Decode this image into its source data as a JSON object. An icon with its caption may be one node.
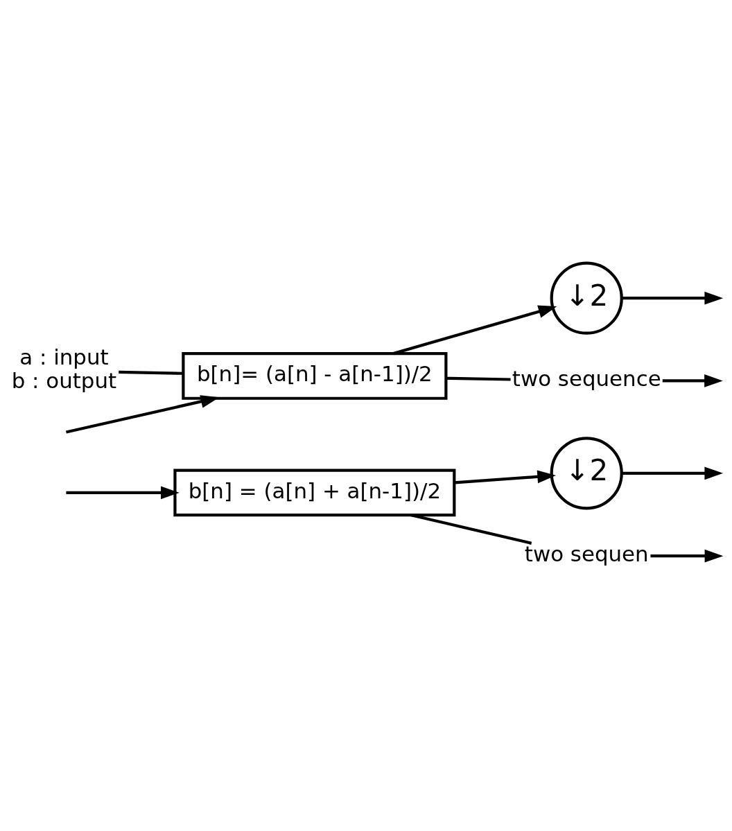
{
  "diagram": {
    "nodes": [
      {
        "text": [
          "b[n] = (a[n] + a[n-1])/2"
        ]
      },
      {
        "text": [
          "↓2"
        ]
      },
      {
        "text": [
          "two sequen"
        ]
      },
      {
        "text": [
          "a : input",
          "b : output"
        ]
      },
      {
        "text": [
          "b[n]= (a[n] - a[n-1])/2"
        ]
      },
      {
        "text": [
          "↓2"
        ]
      },
      {
        "text": [
          "two sequence"
        ]
      }
    ],
    "edges": [
      {
        "from": null,
        "to": 0,
        "arrow": "to"
      },
      {
        "from": 0,
        "to": 1,
        "arrow": "to"
      },
      {
        "from": 1,
        "to": null,
        "arrow": "to"
      },
      {
        "from": 0,
        "to": 2,
        "arrow": "none"
      },
      {
        "from": 2,
        "to": null,
        "arrow": "to"
      },
      {
        "from": 3,
        "to": 4,
        "arrow": "none"
      },
      {
        "from": null,
        "to": 4,
        "arrow": "to"
      },
      {
        "from": 4,
        "to": 5,
        "arrow": "to"
      },
      {
        "from": 5,
        "to": null,
        "arrow": "to"
      },
      {
        "from": 4,
        "to": 6,
        "arrow": "none"
      },
      {
        "from": 6,
        "to": null,
        "arrow": "to"
      }
    ]
  }
}
